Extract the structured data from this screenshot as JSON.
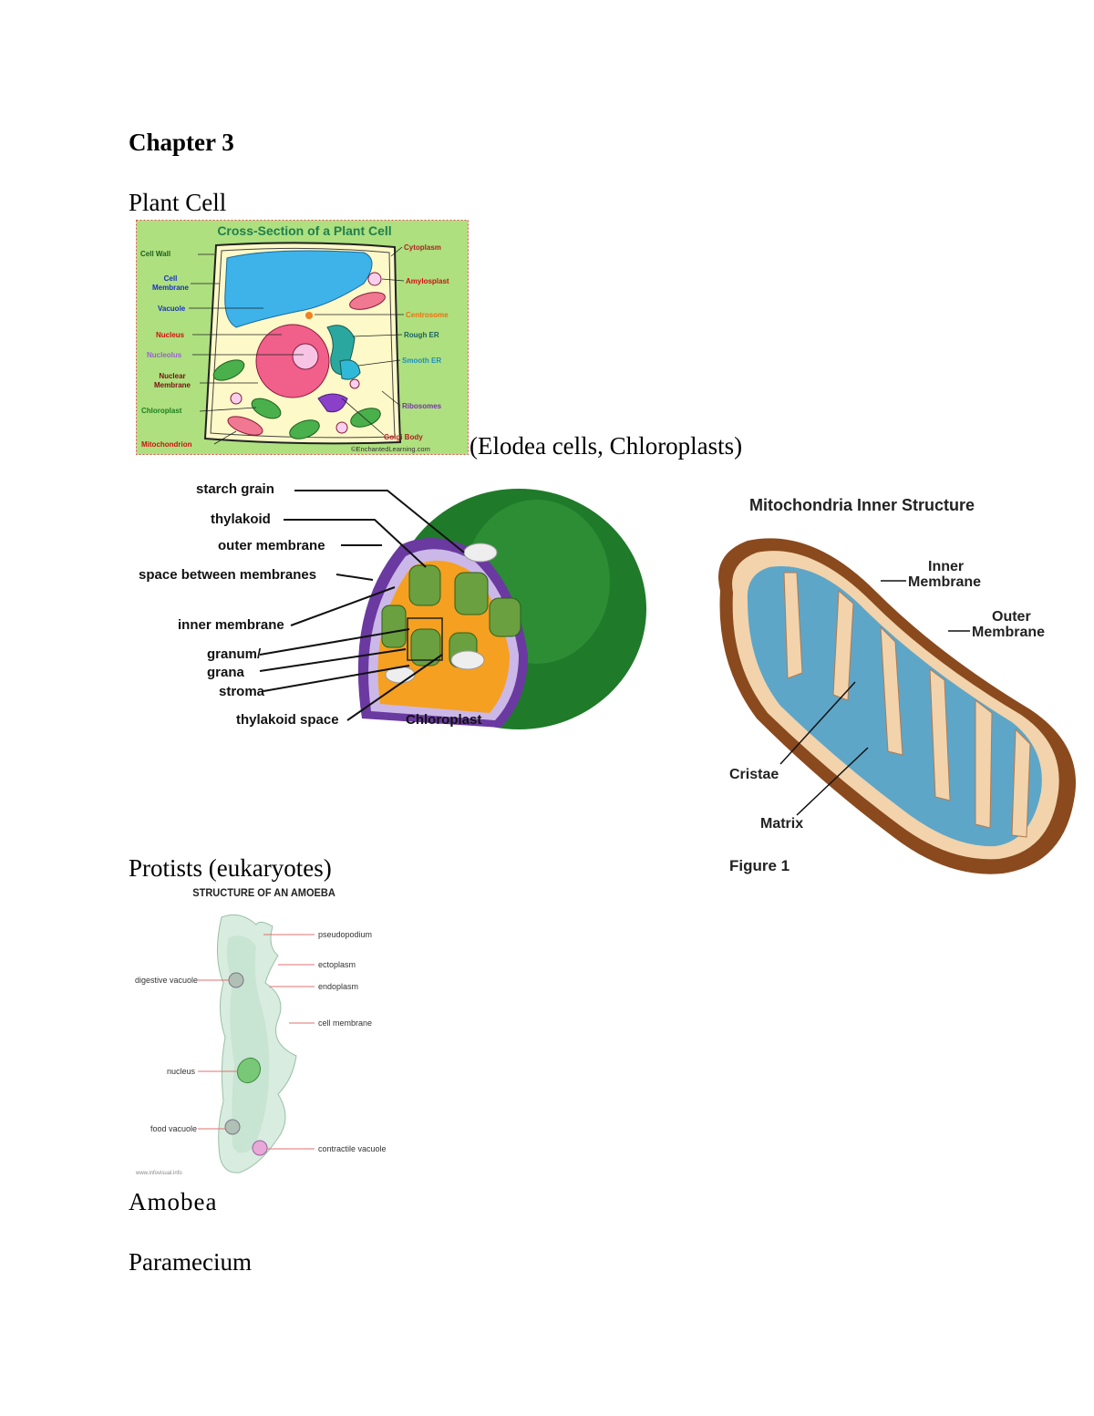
{
  "chapter_title": "Chapter 3",
  "plant_cell_heading": "Plant Cell",
  "plant_cell_diagram": {
    "title": "Cross-Section of a Plant Cell",
    "labels": {
      "cell_wall": "Cell Wall",
      "cell_membrane_1": "Cell",
      "cell_membrane_2": "Membrane",
      "vacuole": "Vacuole",
      "nucleus": "Nucleus",
      "nucleolus": "Nucleolus",
      "nuclear_membrane_1": "Nuclear",
      "nuclear_membrane_2": "Membrane",
      "chloroplast": "Chloroplast",
      "mitochondrion": "Mitochondrion",
      "cytoplasm": "Cytoplasm",
      "amylosplast": "Amylosplast",
      "centrosome": "Centrosome",
      "rough_er": "Rough ER",
      "smooth_er": "Smooth ER",
      "ribosomes": "Ribosomes",
      "golgi_body": "Golgi Body",
      "credit": "©EnchantedLearning.com"
    }
  },
  "elodea_caption": "(Elodea cells, Chloroplasts)",
  "chloroplast_diagram": {
    "labels": {
      "starch_grain": "starch grain",
      "thylakoid": "thylakoid",
      "outer_membrane": "outer membrane",
      "space_between": "space between membranes",
      "inner_membrane": "inner membrane",
      "granum_1": "granum/",
      "granum_2": "grana",
      "stroma": "stroma",
      "thylakoid_space": "thylakoid space",
      "chloroplast": "Chloroplast"
    }
  },
  "mitochondria_diagram": {
    "title": "Mitochondria Inner Structure",
    "labels": {
      "inner_1": "Inner",
      "inner_2": "Membrane",
      "outer_1": "Outer",
      "outer_2": "Membrane",
      "cristae": "Cristae",
      "matrix": "Matrix",
      "figure": "Figure 1"
    }
  },
  "protists_heading": "Protists (eukaryotes)",
  "amoeba_diagram": {
    "title": "STRUCTURE OF AN AMOEBA",
    "labels": {
      "pseudopodium": "pseudopodium",
      "ectoplasm": "ectoplasm",
      "endoplasm": "endoplasm",
      "cell_membrane": "cell membrane",
      "digestive_vacuole": "digestive vacuole",
      "nucleus": "nucleus",
      "food_vacuole": "food vacuole",
      "contractile_vacuole": "contractile vacuole",
      "credit": "www.infovisual.info"
    }
  },
  "amoeba_caption": "Amobea",
  "paramecium_heading": "Paramecium"
}
